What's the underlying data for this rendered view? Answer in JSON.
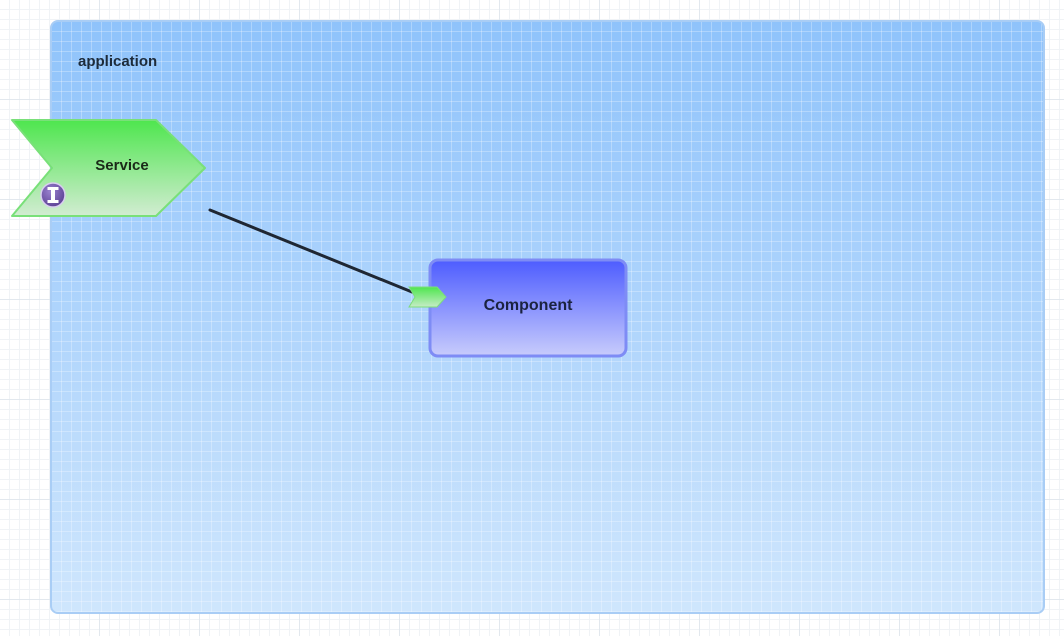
{
  "diagram": {
    "container": {
      "label": "application",
      "fill_top": "#8fc3fb",
      "fill_bottom": "#cfe6fd",
      "border": "#a9cdf5"
    },
    "service": {
      "label": "Service",
      "fill_top": "#4ee64e",
      "fill_bottom": "#d2ecd2",
      "badge_icon": "interface-icon",
      "badge_color": "#6a4fa0"
    },
    "component": {
      "label": "Component",
      "fill_top": "#4d5cff",
      "fill_bottom": "#c8ccfc",
      "border": "#7e8cf5",
      "port_icon": "service-port-icon"
    },
    "connection": {
      "from": "Service",
      "to": "Component",
      "color": "#1f2733"
    }
  }
}
